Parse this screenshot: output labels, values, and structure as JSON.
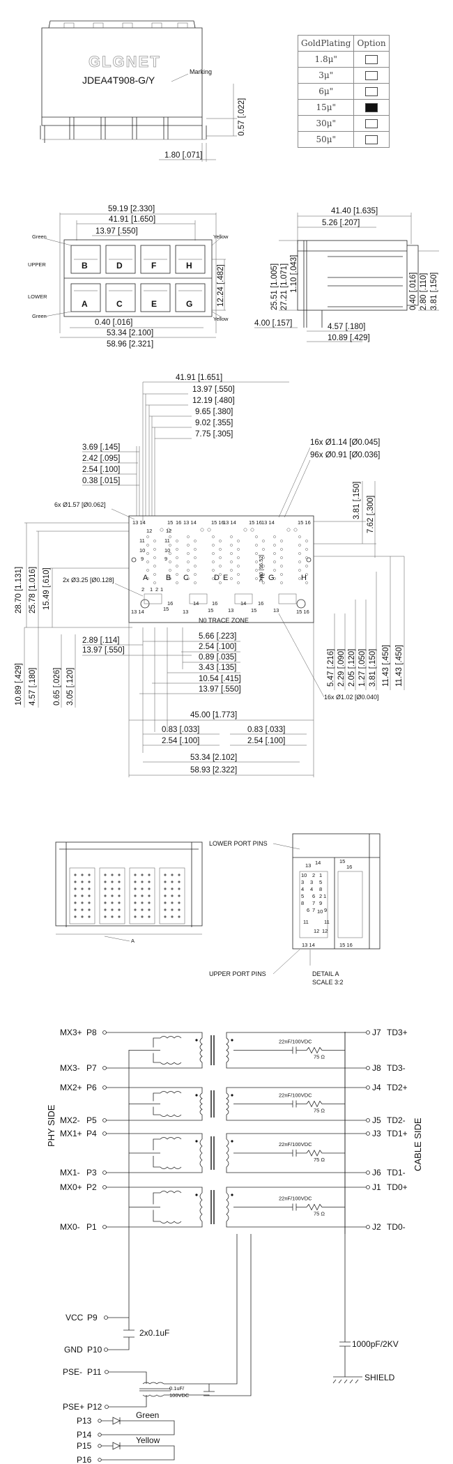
{
  "part_view": {
    "brand": "GLGNET",
    "model": "JDEA4T908-G/Y",
    "marking_label": "Marking",
    "dim_height": "0.57 [.022]",
    "dim_width": "1.80 [.071]"
  },
  "gold_plating_table": {
    "header_plating": "GoldPlating",
    "header_option": "Option",
    "rows": [
      {
        "value": "1.8μ\"",
        "selected": false
      },
      {
        "value": "3μ\"",
        "selected": false
      },
      {
        "value": "6μ\"",
        "selected": false
      },
      {
        "value": "15μ\"",
        "selected": true
      },
      {
        "value": "30μ\"",
        "selected": false
      },
      {
        "value": "50μ\"",
        "selected": false
      }
    ]
  },
  "front_view": {
    "dims": [
      "59.19 [2.330]",
      "41.91 [1.650]",
      "13.97 [.550]",
      "12.24 [.482]",
      "0.40 [.016]",
      "53.34 [2.100]",
      "58.96 [2.321]"
    ],
    "labels": {
      "green_top": "Green",
      "yellow_top": "Yellow",
      "upper": "UPPER",
      "lower": "LOWER",
      "green_bottom": "Green",
      "yellow_bottom": "Yellow"
    },
    "ports_upper": [
      "B",
      "D",
      "F",
      "H"
    ],
    "ports_lower": [
      "A",
      "C",
      "E",
      "G"
    ]
  },
  "side_view": {
    "dims": [
      "41.40 [1.635]",
      "5.26 [.207]",
      "25.51 [1.005]",
      "27.21 [1.071]",
      "1.10 [.043]",
      "0.40 [.016]",
      "2.80 [.110]",
      "3.81 [.150]",
      "4.00 [.157]",
      "4.57 [.180]",
      "10.89 [.429]"
    ]
  },
  "footprint": {
    "dims_top": [
      "41.91 [1.651]",
      "13.97 [.550]",
      "12.19 [.480]",
      "9.65 [.380]",
      "9.02 [.355]",
      "7.75 [.305]"
    ],
    "dims_left_top": [
      "3.69 [.145]",
      "2.42 [.095]",
      "2.54 [.100]",
      "0.38 [.015]"
    ],
    "holes_note1": "16x Ø1.14 [Ø0.045]",
    "holes_note2": "96x Ø0.91 [Ø0.036]",
    "holes_note3": "6x Ø1.57 [Ø0.062]",
    "holes_note4": "2x Ø3.25 [Ø0.128]",
    "holes_note5": "16x Ø1.02 [Ø0.040]",
    "dim_right_a": "3.81 [.150]",
    "dim_right_b": "7.62 [.300]",
    "dim_left_v": [
      "28.70 [1.131]",
      "25.78 [1.016]",
      "15.49 [.610]"
    ],
    "dim_inner": "3.80 [96.52]",
    "trace_zone": "N0 TRACE ZONE",
    "ports": [
      "A",
      "B",
      "C",
      "D",
      "E",
      "F",
      "G",
      "H"
    ],
    "pin_labels_top": [
      "13 14",
      "15",
      "16",
      "13 14",
      "15 16",
      "13 14",
      "15 16",
      "13 14",
      "15 16"
    ],
    "pin_labels_bottom": [
      "13 14",
      "15",
      "16",
      "13",
      "14",
      "15",
      "16",
      "13",
      "14",
      "15",
      "16",
      "13",
      "15 16"
    ],
    "pin_numbers": [
      "12",
      "11",
      "10",
      "9",
      "2",
      "1",
      "12",
      "11",
      "10",
      "9",
      "2",
      "1"
    ],
    "dims_bottom_left": [
      "2.89 [.114]",
      "13.97 [.550]"
    ],
    "dims_left_bottom": [
      "10.89 [.429]",
      "4.57 [.180]",
      "0.65 [.026]",
      "3.05 [.120]"
    ],
    "dims_mid": [
      "5.66 [.223]",
      "2.54 [.100]",
      "0.89 [.035]",
      "3.43 [.135]",
      "10.54 [.415]",
      "13.97 [.550]"
    ],
    "dims_right_v": [
      "5.47 [.216]",
      "2.29 [.090]",
      "2.05 [.120]",
      "1.27 [.050]",
      "3.81 [.150]",
      "11.43 [.450]",
      "11.43 [.450]"
    ],
    "dims_bottom": [
      "45.00 [1.773]",
      "0.83 [.033]",
      "0.83 [.033]",
      "2.54 [.100]",
      "2.54 [.100]",
      "53.34 [2.102]",
      "58.93 [2.322]"
    ]
  },
  "bottom_views": {
    "lower_port_pins": "LOWER PORT PINS",
    "upper_port_pins": "UPPER PORT PINS",
    "detail_label": "DETAIL A",
    "scale_label": "SCALE 3:2",
    "detail_marker": "A",
    "detail_pins": [
      "14",
      "15",
      "16",
      "13",
      "10",
      "3",
      "4",
      "5",
      "8",
      "2",
      "1",
      "6",
      "7",
      "9",
      "11",
      "12",
      "10",
      "3",
      "4",
      "5",
      "8",
      "2",
      "1",
      "6",
      "7",
      "9",
      "11",
      "12",
      "13 14",
      "15 16"
    ]
  },
  "schematic": {
    "phy_side": "PHY SIDE",
    "cable_side": "CABLE SIDE",
    "left_pins": [
      {
        "name": "MX3+",
        "pin": "P8"
      },
      {
        "name": "MX3-",
        "pin": "P7"
      },
      {
        "name": "MX2+",
        "pin": "P6"
      },
      {
        "name": "MX2-",
        "pin": "P5"
      },
      {
        "name": "MX1+",
        "pin": "P4"
      },
      {
        "name": "MX1-",
        "pin": "P3"
      },
      {
        "name": "MX0+",
        "pin": "P2"
      },
      {
        "name": "MX0-",
        "pin": "P1"
      }
    ],
    "right_pins": [
      {
        "pin": "J7",
        "name": "TD3+"
      },
      {
        "pin": "J8",
        "name": "TD3-"
      },
      {
        "pin": "J4",
        "name": "TD2+"
      },
      {
        "pin": "J5",
        "name": "TD2-"
      },
      {
        "pin": "J3",
        "name": "TD1+"
      },
      {
        "pin": "J6",
        "name": "TD1-"
      },
      {
        "pin": "J1",
        "name": "TD0+"
      },
      {
        "pin": "J2",
        "name": "TD0-"
      }
    ],
    "cap_label": "22nF/100VDC",
    "res_label": "75 Ω",
    "vcc": {
      "name": "VCC",
      "pin": "P9"
    },
    "gnd": {
      "name": "GND",
      "pin": "P10"
    },
    "vcc_cap": "2x0.1uF",
    "shield_cap": "1000pF/2KV",
    "shield": "SHIELD",
    "pse_minus": {
      "name": "PSE-",
      "pin": "P11"
    },
    "pse_plus": {
      "name": "PSE+",
      "pin": "P12"
    },
    "pse_cap": "0.1uF/\n100VDC",
    "pse_cap_l1": "0.1uF/",
    "pse_cap_l2": "100VDC",
    "led_pins": [
      "P13",
      "P14",
      "P15",
      "P16"
    ],
    "led_green": "Green",
    "led_yellow": "Yellow"
  }
}
